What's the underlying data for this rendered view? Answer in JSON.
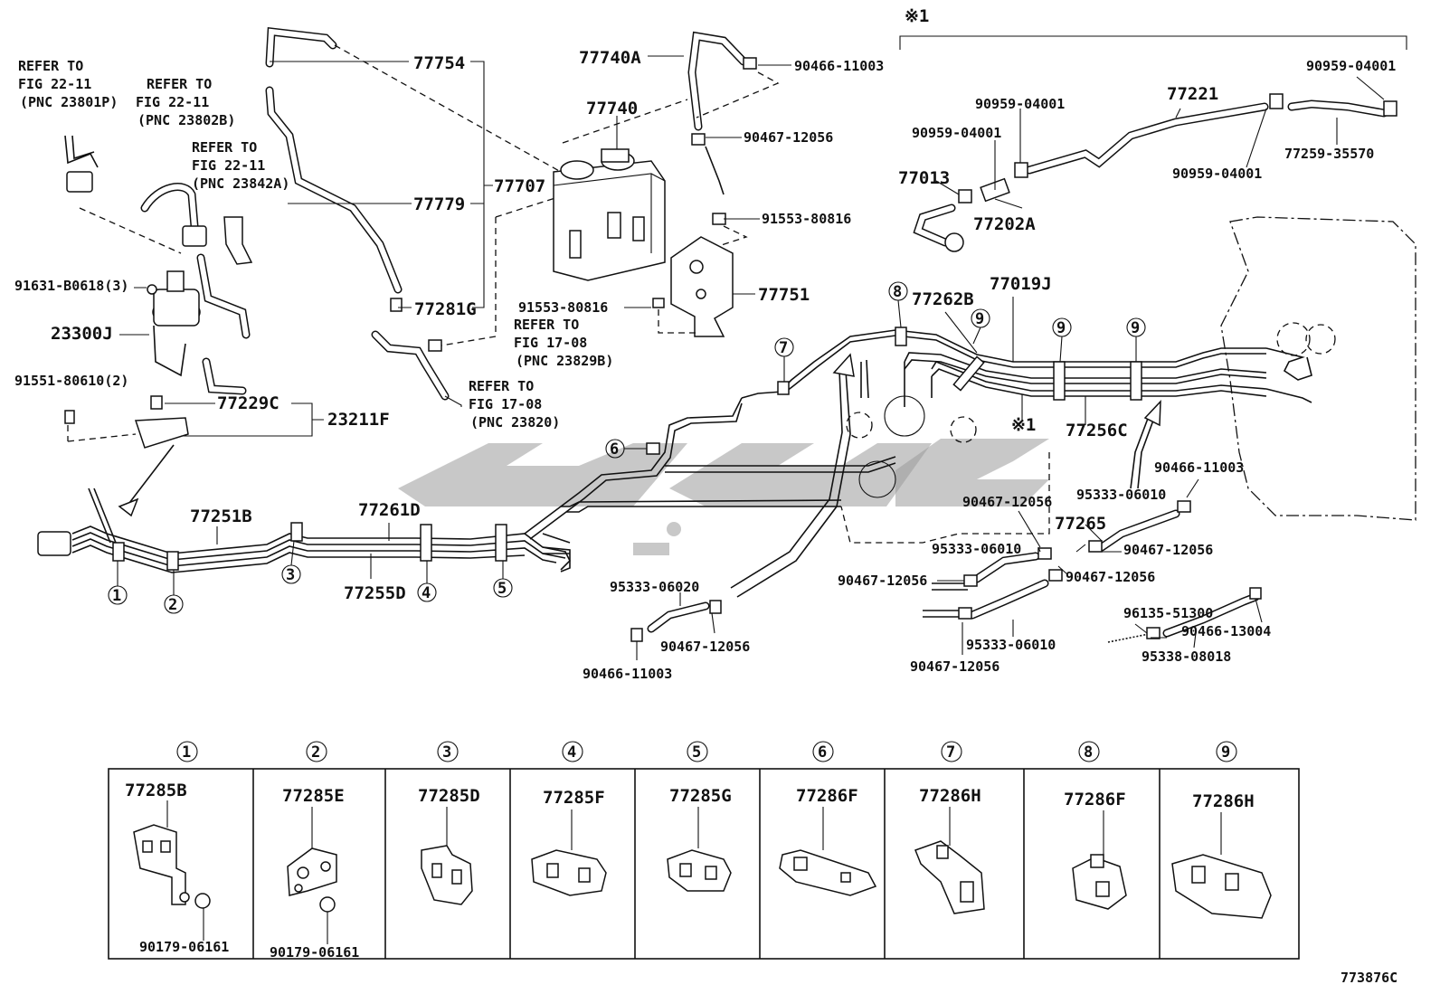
{
  "refer_notes": {
    "fig22_11_23801p": "REFER TO\nFIG 22-11\n(PNC 23801P)",
    "fig22_11_23802b": "REFER TO\nFIG 22-11\n(PNC 23802B)",
    "fig22_11_23842a": "REFER TO\nFIG 22-11\n(PNC 23842A)",
    "fig17_08_23829b": "REFER TO\nFIG 17-08\n(PNC 23829B)",
    "fig17_08_23820": "REFER TO\nFIG 17-08\n(PNC 23820)"
  },
  "callouts": {
    "p77754": "77754",
    "p77779": "77779",
    "p77707": "77707",
    "p77281g": "77281G",
    "p77740a": "77740A",
    "p77740": "77740",
    "p90466_11003_top": "90466-11003",
    "p90467_12056_top": "90467-12056",
    "p91553_80816_a": "91553-80816",
    "p91553_80816_b": "91553-80816",
    "p77751": "77751",
    "note1_top": "※1",
    "p90959_04001_a": "90959-04001",
    "p90959_04001_b": "90959-04001",
    "p90959_04001_c": "90959-04001",
    "p90959_04001_d": "90959-04001",
    "p77221": "77221",
    "p77259_35570": "77259-35570",
    "p77013": "77013",
    "p77202a": "77202A",
    "p91631_b0618": "91631-B0618(3)",
    "p23300j": "23300J",
    "p91551_80610": "91551-80610(2)",
    "p77229c": "77229C",
    "p23211f": "23211F",
    "p77262b": "77262B",
    "p77019j": "77019J",
    "p77256c": "77256C",
    "note1_mid": "※1",
    "p90466_11003_right": "90466-11003",
    "p77251b": "77251B",
    "p77261d": "77261D",
    "p77255d": "77255D",
    "p90467_12056_r1": "90467-12056",
    "p95333_06010_a": "95333-06010",
    "p77265": "77265",
    "p95333_06010_b": "95333-06010",
    "p90467_12056_r2": "90467-12056",
    "p90467_12056_r3": "90467-12056",
    "p90467_12056_r4": "90467-12056",
    "p95333_06010_c": "95333-06010",
    "p90467_12056_r5": "90467-12056",
    "p96135_51300": "96135-51300",
    "p90466_13004": "90466-13004",
    "p95338_08018": "95338-08018",
    "p95333_06020": "95333-06020",
    "p90467_12056_l": "90467-12056",
    "p90466_11003_l": "90466-11003"
  },
  "clamp_refs": {
    "c1": "1",
    "c2": "2",
    "c3": "3",
    "c4": "4",
    "c5": "5",
    "c6": "6",
    "c7": "7",
    "c8": "8",
    "c9a": "9",
    "c9b": "9",
    "c9c": "9"
  },
  "clamp_table": [
    {
      "ref": "1",
      "part": "77285B",
      "extra": "90179-06161"
    },
    {
      "ref": "2",
      "part": "77285E",
      "extra": "90179-06161"
    },
    {
      "ref": "3",
      "part": "77285D",
      "extra": ""
    },
    {
      "ref": "4",
      "part": "77285F",
      "extra": ""
    },
    {
      "ref": "5",
      "part": "77285G",
      "extra": ""
    },
    {
      "ref": "6",
      "part": "77286F",
      "extra": ""
    },
    {
      "ref": "7",
      "part": "77286H",
      "extra": ""
    },
    {
      "ref": "8",
      "part": "77286F",
      "extra": ""
    },
    {
      "ref": "9",
      "part": "77286H",
      "extra": ""
    }
  ],
  "figure_code": "773876C"
}
